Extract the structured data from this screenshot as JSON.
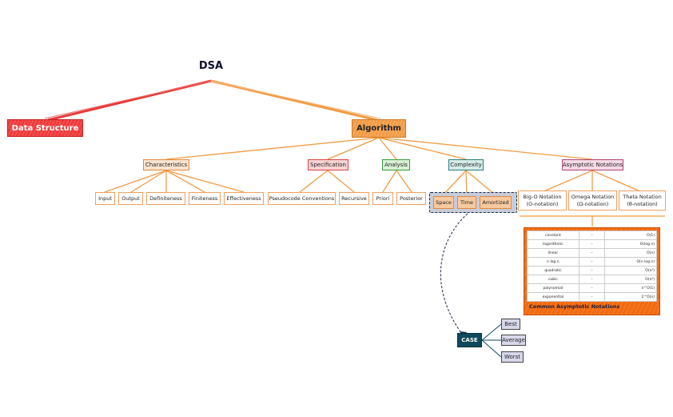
{
  "title": "DSA",
  "root_left": "Data Structure",
  "root_right": "Algorithm",
  "categories": {
    "characteristics": "Characteristics",
    "specification": "Specification",
    "analysis": "Analysis",
    "complexity": "Complexity",
    "asymptotic": "Asymptotic Notations"
  },
  "characteristics": [
    "Input",
    "Output",
    "Definiteness",
    "Finiteness",
    "Effectiveness"
  ],
  "specification": [
    "Pseudocode Conventions",
    "Recursive"
  ],
  "analysis": [
    "Priori",
    "Posterior"
  ],
  "complexity": [
    "Space",
    "Time",
    "Amortized"
  ],
  "asymptotic": [
    {
      "line1": "Big-O Notation",
      "line2": "(O-notation)"
    },
    {
      "line1": "Omega Notation",
      "line2": "(Ω-notation)"
    },
    {
      "line1": "Theta Notation",
      "line2": "(θ-notation)"
    }
  ],
  "notations_table": {
    "rows": [
      [
        "constant",
        "–",
        "O(1)"
      ],
      [
        "logarithmic",
        "–",
        "O(log n)"
      ],
      [
        "linear",
        "–",
        "O(n)"
      ],
      [
        "n log n",
        "–",
        "O(n log n)"
      ],
      [
        "quadratic",
        "–",
        "O(n²)"
      ],
      [
        "cubic",
        "–",
        "O(n³)"
      ],
      [
        "polynomial",
        "–",
        "n^O(1)"
      ],
      [
        "exponential",
        "–",
        "2^O(n)"
      ]
    ],
    "caption": "Common Asymptotic Notations"
  },
  "case": {
    "label": "CASE",
    "types": [
      "Best",
      "Average",
      "Worst"
    ]
  },
  "colors": {
    "data_structure": "#ef3b3b",
    "algorithm": "#f29b45",
    "table_bg": "#f26a10",
    "case": "#0f4a5c"
  }
}
